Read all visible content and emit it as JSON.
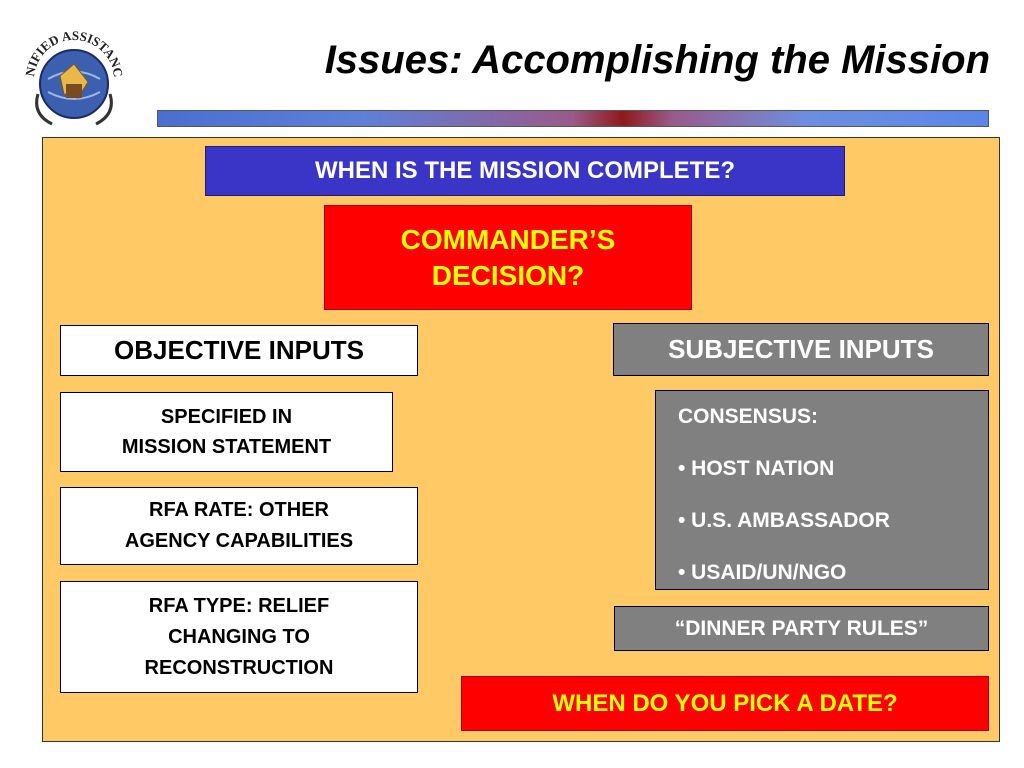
{
  "header": {
    "title": "Issues: Accomplishing the Mission",
    "logo_text": "UNIFIED ASSISTANCE"
  },
  "boxes": {
    "top_question": "WHEN IS THE MISSION COMPLETE?",
    "decision_line1": "COMMANDER’S",
    "decision_line2": "DECISION?",
    "objective_header": "OBJECTIVE INPUTS",
    "subjective_header": "SUBJECTIVE INPUTS",
    "objective_items": [
      {
        "line1": "SPECIFIED IN",
        "line2": "MISSION STATEMENT"
      },
      {
        "line1": "RFA RATE: OTHER",
        "line2": "AGENCY CAPABILITIES"
      },
      {
        "line1": "RFA TYPE: RELIEF",
        "line2": "CHANGING TO",
        "line3": "RECONSTRUCTION"
      }
    ],
    "consensus": {
      "label": "CONSENSUS:",
      "items": [
        "• HOST NATION",
        "• U.S. AMBASSADOR",
        "• USAID/UN/NGO"
      ]
    },
    "dinner_rules": "“DINNER PARTY RULES”",
    "bottom_question": "WHEN DO YOU PICK A DATE?"
  },
  "colors": {
    "panel": "#ffca66",
    "blue_box": "#3a34c7",
    "red_box": "#ff0000",
    "red_text": "#ffff00",
    "gray_box": "#808080"
  }
}
